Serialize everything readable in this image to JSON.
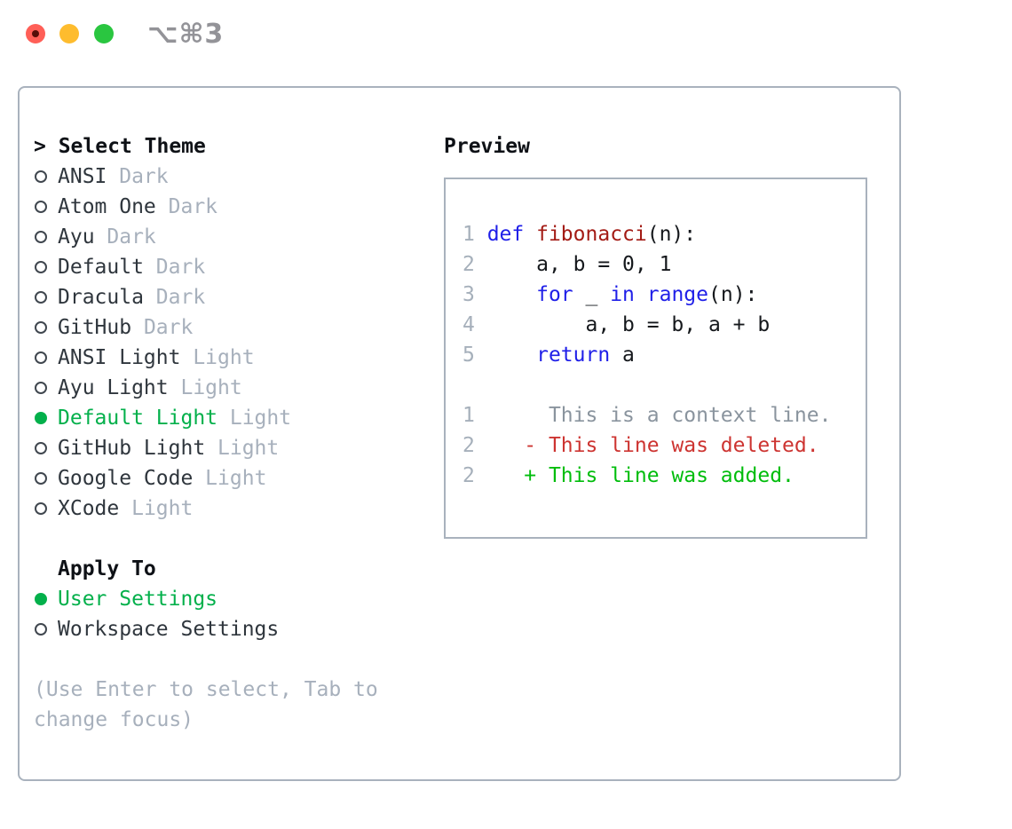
{
  "titlebar": {
    "shortcut": "⌥⌘3"
  },
  "theme_picker": {
    "prompt": "> ",
    "title": "Select Theme",
    "themes": [
      {
        "name": "ANSI",
        "variant": "Dark",
        "selected": false
      },
      {
        "name": "Atom One",
        "variant": "Dark",
        "selected": false
      },
      {
        "name": "Ayu",
        "variant": "Dark",
        "selected": false
      },
      {
        "name": "Default",
        "variant": "Dark",
        "selected": false
      },
      {
        "name": "Dracula",
        "variant": "Dark",
        "selected": false
      },
      {
        "name": "GitHub",
        "variant": "Dark",
        "selected": false
      },
      {
        "name": "ANSI Light",
        "variant": "Light",
        "selected": false
      },
      {
        "name": "Ayu Light",
        "variant": "Light",
        "selected": false
      },
      {
        "name": "Default Light",
        "variant": "Light",
        "selected": true
      },
      {
        "name": "GitHub Light",
        "variant": "Light",
        "selected": false
      },
      {
        "name": "Google Code",
        "variant": "Light",
        "selected": false
      },
      {
        "name": "XCode",
        "variant": "Light",
        "selected": false
      }
    ],
    "apply_to": {
      "title": "Apply To",
      "options": [
        {
          "name": "User Settings",
          "selected": true
        },
        {
          "name": "Workspace Settings",
          "selected": false
        }
      ]
    },
    "help_lines": [
      "(Use Enter to select, Tab to",
      "change focus)"
    ]
  },
  "preview": {
    "title": "Preview",
    "code_lines": [
      {
        "num": "1",
        "tokens": [
          {
            "text": "def",
            "style": "keyword"
          },
          {
            "text": " ",
            "style": "plain"
          },
          {
            "text": "fibonacci",
            "style": "function"
          },
          {
            "text": "(n):",
            "style": "plain"
          }
        ]
      },
      {
        "num": "2",
        "tokens": [
          {
            "text": "    a, b = 0, 1",
            "style": "plain"
          }
        ]
      },
      {
        "num": "3",
        "tokens": [
          {
            "text": "    ",
            "style": "plain"
          },
          {
            "text": "for",
            "style": "keyword"
          },
          {
            "text": " _ ",
            "style": "plain"
          },
          {
            "text": "in",
            "style": "keyword"
          },
          {
            "text": " ",
            "style": "plain"
          },
          {
            "text": "range",
            "style": "keyword"
          },
          {
            "text": "(n):",
            "style": "plain"
          }
        ]
      },
      {
        "num": "4",
        "tokens": [
          {
            "text": "        a, b = b, a + b",
            "style": "plain"
          }
        ]
      },
      {
        "num": "5",
        "tokens": [
          {
            "text": "    ",
            "style": "plain"
          },
          {
            "text": "return",
            "style": "keyword"
          },
          {
            "text": " a",
            "style": "plain"
          }
        ]
      }
    ],
    "diff_lines": [
      {
        "num": "1",
        "content": "     This is a context line.",
        "style": "context"
      },
      {
        "num": "2",
        "content": "   - This line was deleted.",
        "style": "deleted"
      },
      {
        "num": "2",
        "content": "   + This line was added.",
        "style": "added"
      }
    ]
  },
  "colors": {
    "accent_green": "#03b04b",
    "added_green": "#00bd0c",
    "deleted_red": "#cd3431",
    "keyword_blue": "#1f1fe8",
    "function_red": "#a31b15",
    "muted_gray": "#a7b0bc",
    "panel_border": "#a9b2bd"
  }
}
